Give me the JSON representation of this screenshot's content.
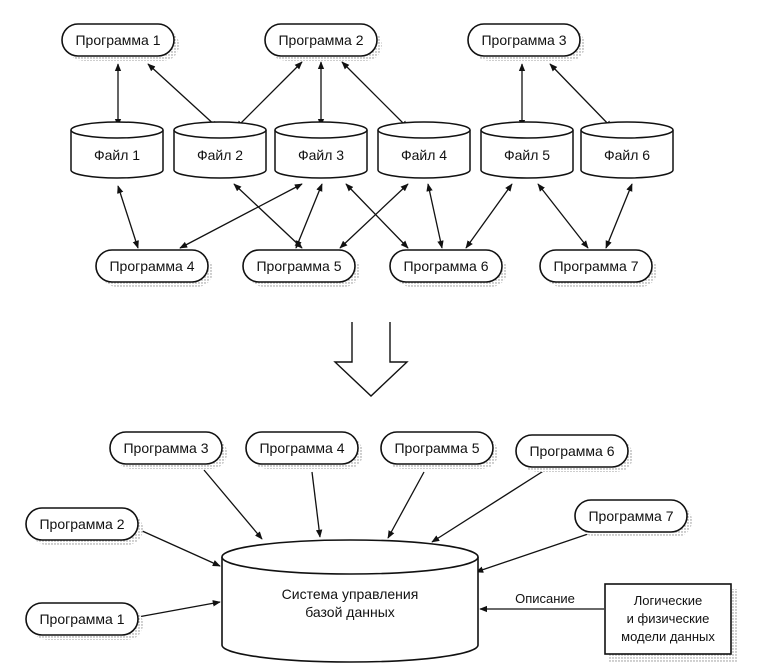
{
  "top_programs": [
    {
      "id": "p1",
      "label": "Программа 1"
    },
    {
      "id": "p2",
      "label": "Программа 2"
    },
    {
      "id": "p3",
      "label": "Программа 3"
    },
    {
      "id": "p4",
      "label": "Программа 4"
    },
    {
      "id": "p5",
      "label": "Программа 5"
    },
    {
      "id": "p6",
      "label": "Программа 6"
    },
    {
      "id": "p7",
      "label": "Программа 7"
    }
  ],
  "files": [
    {
      "id": "f1",
      "label": "Файл 1"
    },
    {
      "id": "f2",
      "label": "Файл 2"
    },
    {
      "id": "f3",
      "label": "Файл 3"
    },
    {
      "id": "f4",
      "label": "Файл 4"
    },
    {
      "id": "f5",
      "label": "Файл 5"
    },
    {
      "id": "f6",
      "label": "Файл 6"
    }
  ],
  "top_links": [
    [
      "p1",
      "f1"
    ],
    [
      "p1",
      "f2"
    ],
    [
      "p2",
      "f2"
    ],
    [
      "p2",
      "f3"
    ],
    [
      "p2",
      "f4"
    ],
    [
      "p3",
      "f5"
    ],
    [
      "p3",
      "f6"
    ],
    [
      "f1",
      "p4"
    ],
    [
      "f3",
      "p4"
    ],
    [
      "f2",
      "p5"
    ],
    [
      "f3",
      "p5"
    ],
    [
      "f4",
      "p5"
    ],
    [
      "f3",
      "p6"
    ],
    [
      "f4",
      "p6"
    ],
    [
      "f5",
      "p6"
    ],
    [
      "f5",
      "p7"
    ],
    [
      "f6",
      "p7"
    ]
  ],
  "bottom_programs": [
    {
      "id": "b1",
      "label": "Программа 1"
    },
    {
      "id": "b2",
      "label": "Программа 2"
    },
    {
      "id": "b3",
      "label": "Программа 3"
    },
    {
      "id": "b4",
      "label": "Программа 4"
    },
    {
      "id": "b5",
      "label": "Программа 5"
    },
    {
      "id": "b6",
      "label": "Программа 6"
    },
    {
      "id": "b7",
      "label": "Программа 7"
    }
  ],
  "dbms": {
    "line1": "Система управления",
    "line2": "базой данных"
  },
  "models_box": {
    "line1": "Логические",
    "line2": "и физические",
    "line3": "модели данных"
  },
  "description_label": "Описание"
}
